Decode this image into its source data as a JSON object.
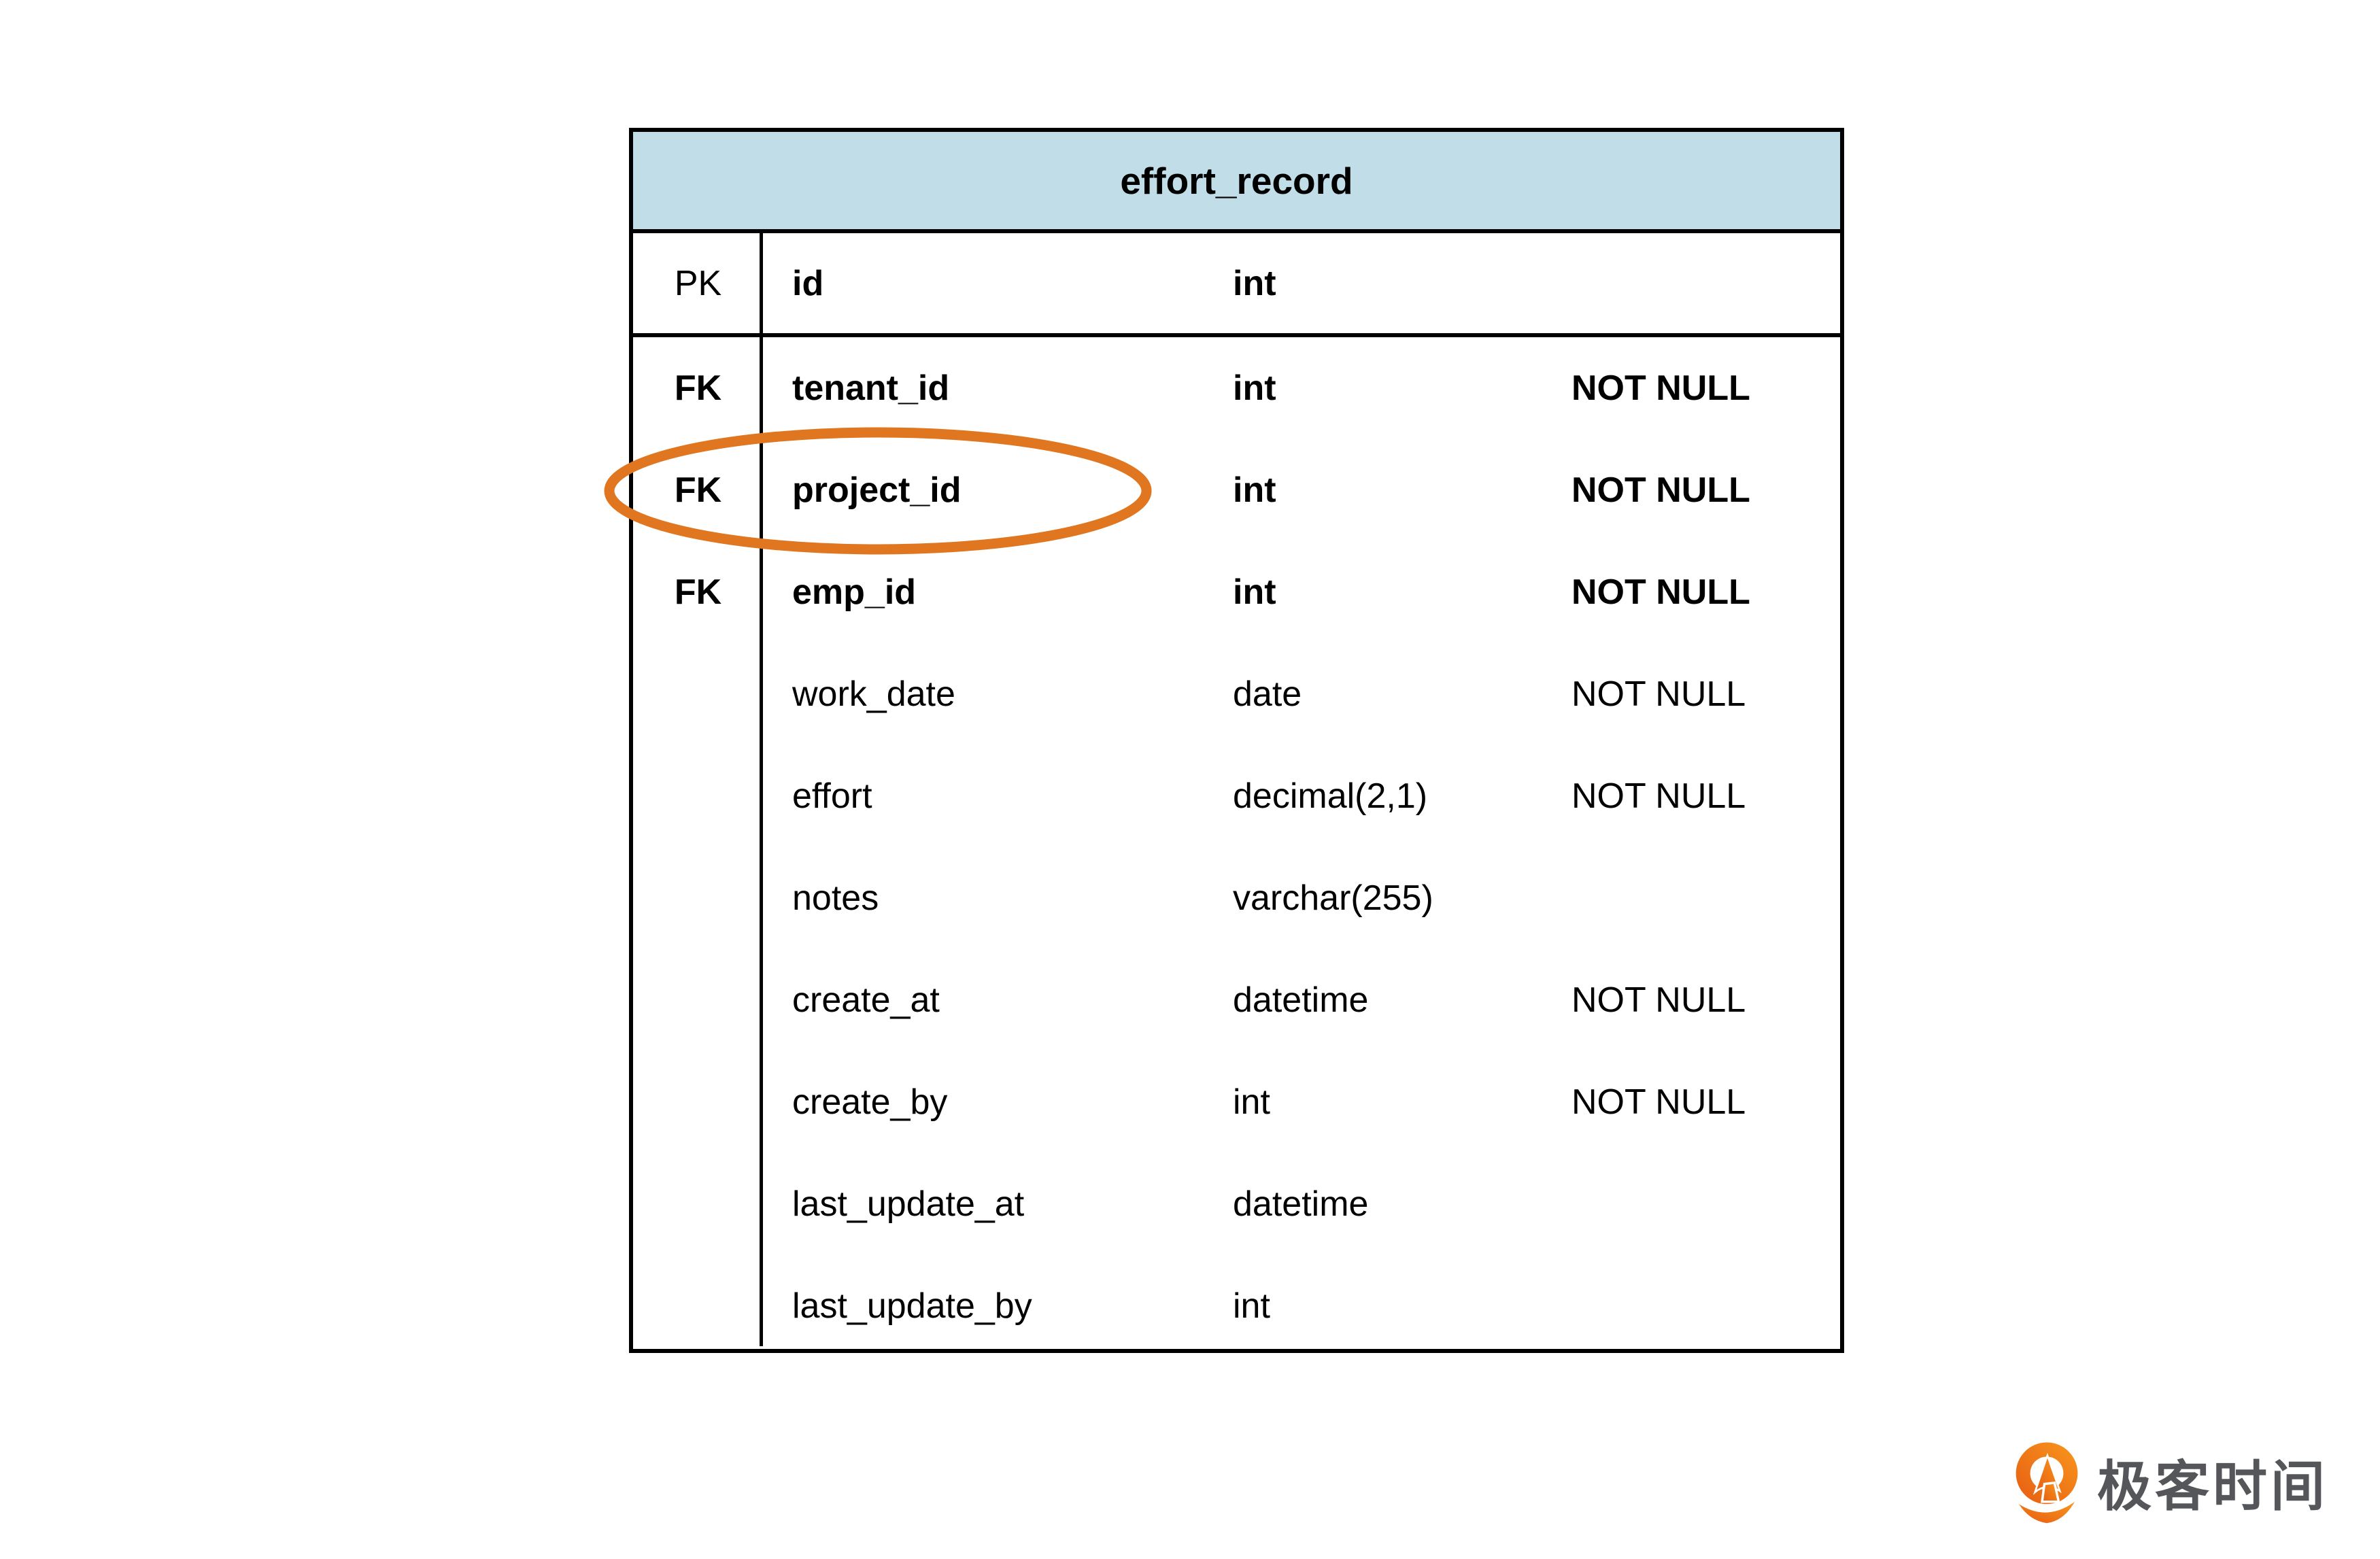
{
  "page": {
    "background_color": "#ffffff"
  },
  "table": {
    "title": "effort_record",
    "header_fill": "#c1dde8",
    "border_color": "#000000",
    "rows": [
      {
        "key": "PK",
        "name": "id",
        "type": "int",
        "constraint": ""
      },
      {
        "key": "FK",
        "name": "tenant_id",
        "type": "int",
        "constraint": "NOT NULL"
      },
      {
        "key": "FK",
        "name": "project_id",
        "type": "int",
        "constraint": "NOT NULL"
      },
      {
        "key": "FK",
        "name": "emp_id",
        "type": "int",
        "constraint": "NOT NULL"
      },
      {
        "key": "",
        "name": "work_date",
        "type": "date",
        "constraint": "NOT NULL"
      },
      {
        "key": "",
        "name": "effort",
        "type": "decimal(2,1)",
        "constraint": "NOT NULL"
      },
      {
        "key": "",
        "name": "notes",
        "type": "varchar(255)",
        "constraint": ""
      },
      {
        "key": "",
        "name": "create_at",
        "type": "datetime",
        "constraint": "NOT NULL"
      },
      {
        "key": "",
        "name": "create_by",
        "type": "int",
        "constraint": "NOT NULL"
      },
      {
        "key": "",
        "name": "last_update_at",
        "type": "datetime",
        "constraint": ""
      },
      {
        "key": "",
        "name": "last_update_by",
        "type": "int",
        "constraint": ""
      }
    ]
  },
  "annotation": {
    "shape": "ellipse",
    "highlighted_field": "project_id",
    "color": "#e0761f"
  },
  "logo": {
    "text": "极客时间",
    "icon": "geektime-logo-icon",
    "text_color": "#55565a",
    "icon_gradient": [
      "#e75c12",
      "#f8971d"
    ]
  }
}
